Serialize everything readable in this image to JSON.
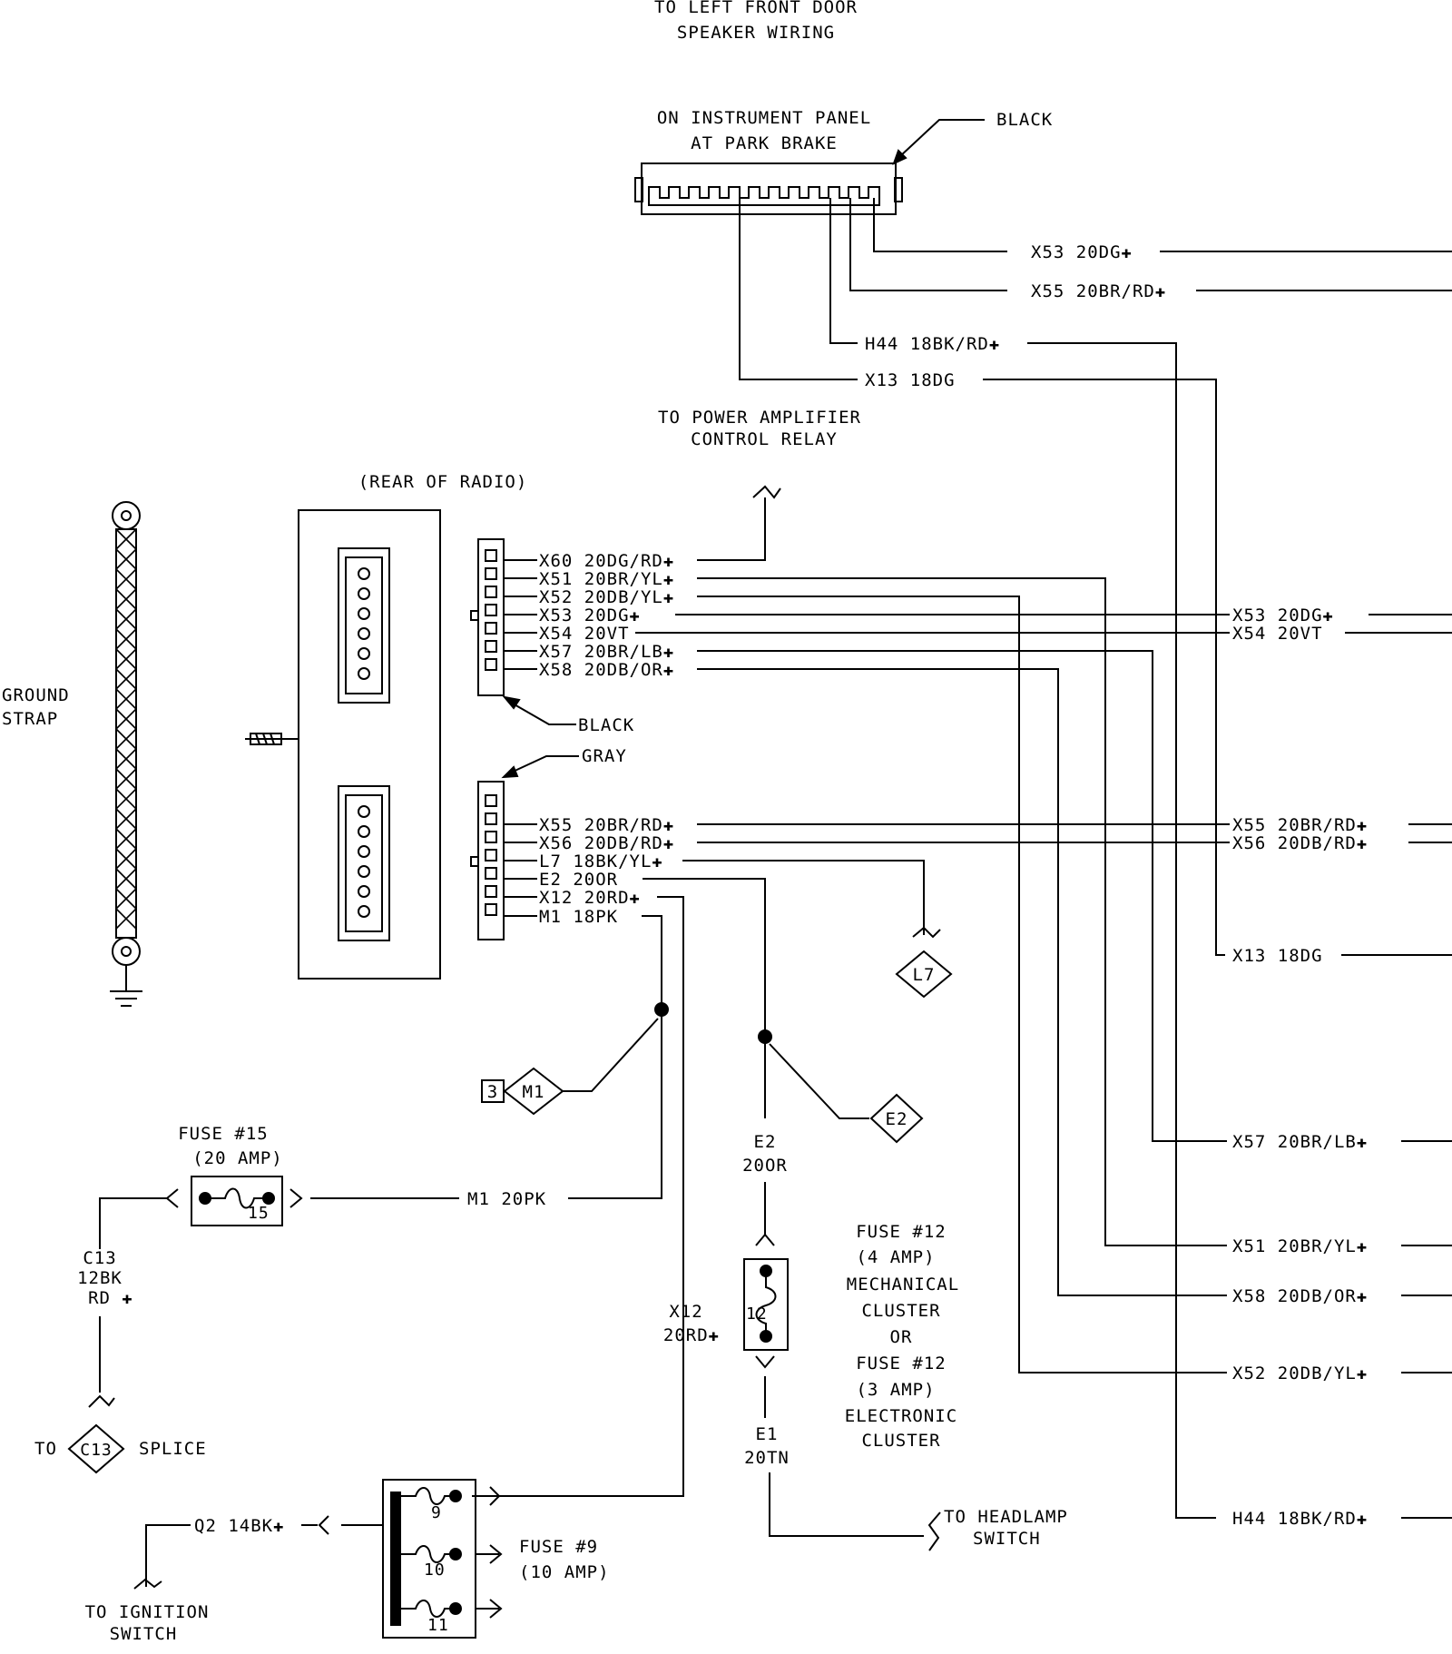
{
  "colors": {
    "ink": "#000000",
    "paper": "#ffffff"
  },
  "top_note": {
    "line1": "TO LEFT FRONT DOOR",
    "line2": "SPEAKER WIRING"
  },
  "panel_connector": {
    "label_line1": "ON INSTRUMENT PANEL",
    "label_line2": "AT PARK BRAKE",
    "color": "BLACK",
    "wires": [
      "X53 20DG✚",
      "X55 20BR/RD✚",
      "H44 18BK/RD✚",
      "X13 18DG"
    ]
  },
  "amp_relay_note": {
    "line1": "TO POWER AMPLIFIER",
    "line2": "CONTROL RELAY"
  },
  "radio": {
    "label": "(REAR OF RADIO)"
  },
  "ground_strap": {
    "line1": "GROUND",
    "line2": "STRAP"
  },
  "black_connector": {
    "color": "BLACK",
    "wires": [
      "X60 20DG/RD✚",
      "X51 20BR/YL✚",
      "X52 20DB/YL✚",
      "X53 20DG✚",
      "X54 20VT",
      "X57 20BR/LB✚",
      "X58 20DB/OR✚"
    ]
  },
  "gray_connector": {
    "color": "GRAY",
    "wires": [
      "X55 20BR/RD✚",
      "X56 20DB/RD✚",
      "L7 18BK/YL✚",
      "E2 20OR",
      "X12 20RD✚",
      "M1 18PK"
    ]
  },
  "right_labels": {
    "x53": "X53 20DG✚",
    "x54": "X54 20VT",
    "x55": "X55 20BR/RD✚",
    "x56": "X56 20DB/RD✚",
    "x13": "X13 18DG",
    "x57": "X57 20BR/LB✚",
    "x51": "X51 20BR/YL✚",
    "x58": "X58 20DB/OR✚",
    "x52": "X52 20DB/YL✚",
    "h44": "H44 18BK/RD✚"
  },
  "splices": {
    "l7": "L7",
    "m1": "M1",
    "m1_page": "3",
    "e2": "E2",
    "c13": "C13"
  },
  "fuse15": {
    "line1": "FUSE #15",
    "line2": "(20 AMP)",
    "number": "15",
    "wire": "M1 20PK"
  },
  "c13_wire": {
    "line1": "C13",
    "line2": "12BK",
    "line3": "RD ✚"
  },
  "c13_splice": {
    "prefix": "TO",
    "suffix": "SPLICE"
  },
  "e2_wire": {
    "line1": "E2",
    "line2": "20OR"
  },
  "e1_wire": {
    "line1": "E1",
    "line2": "20TN"
  },
  "x12_wire": {
    "line1": "X12",
    "line2": "20RD✚"
  },
  "fuse12": {
    "number": "12",
    "lines": [
      "FUSE #12",
      "(4 AMP)",
      "MECHANICAL",
      "CLUSTER",
      "OR",
      "FUSE #12",
      "(3 AMP)",
      "ELECTRONIC",
      "CLUSTER"
    ]
  },
  "headlamp": {
    "line1": "TO HEADLAMP",
    "line2": "SWITCH"
  },
  "fuse9": {
    "line1": "FUSE #9",
    "line2": "(10 AMP)",
    "numbers": [
      "9",
      "10",
      "11"
    ]
  },
  "q2_wire": "Q2 14BK✚",
  "ignition": {
    "line1": "TO IGNITION",
    "line2": "SWITCH"
  }
}
